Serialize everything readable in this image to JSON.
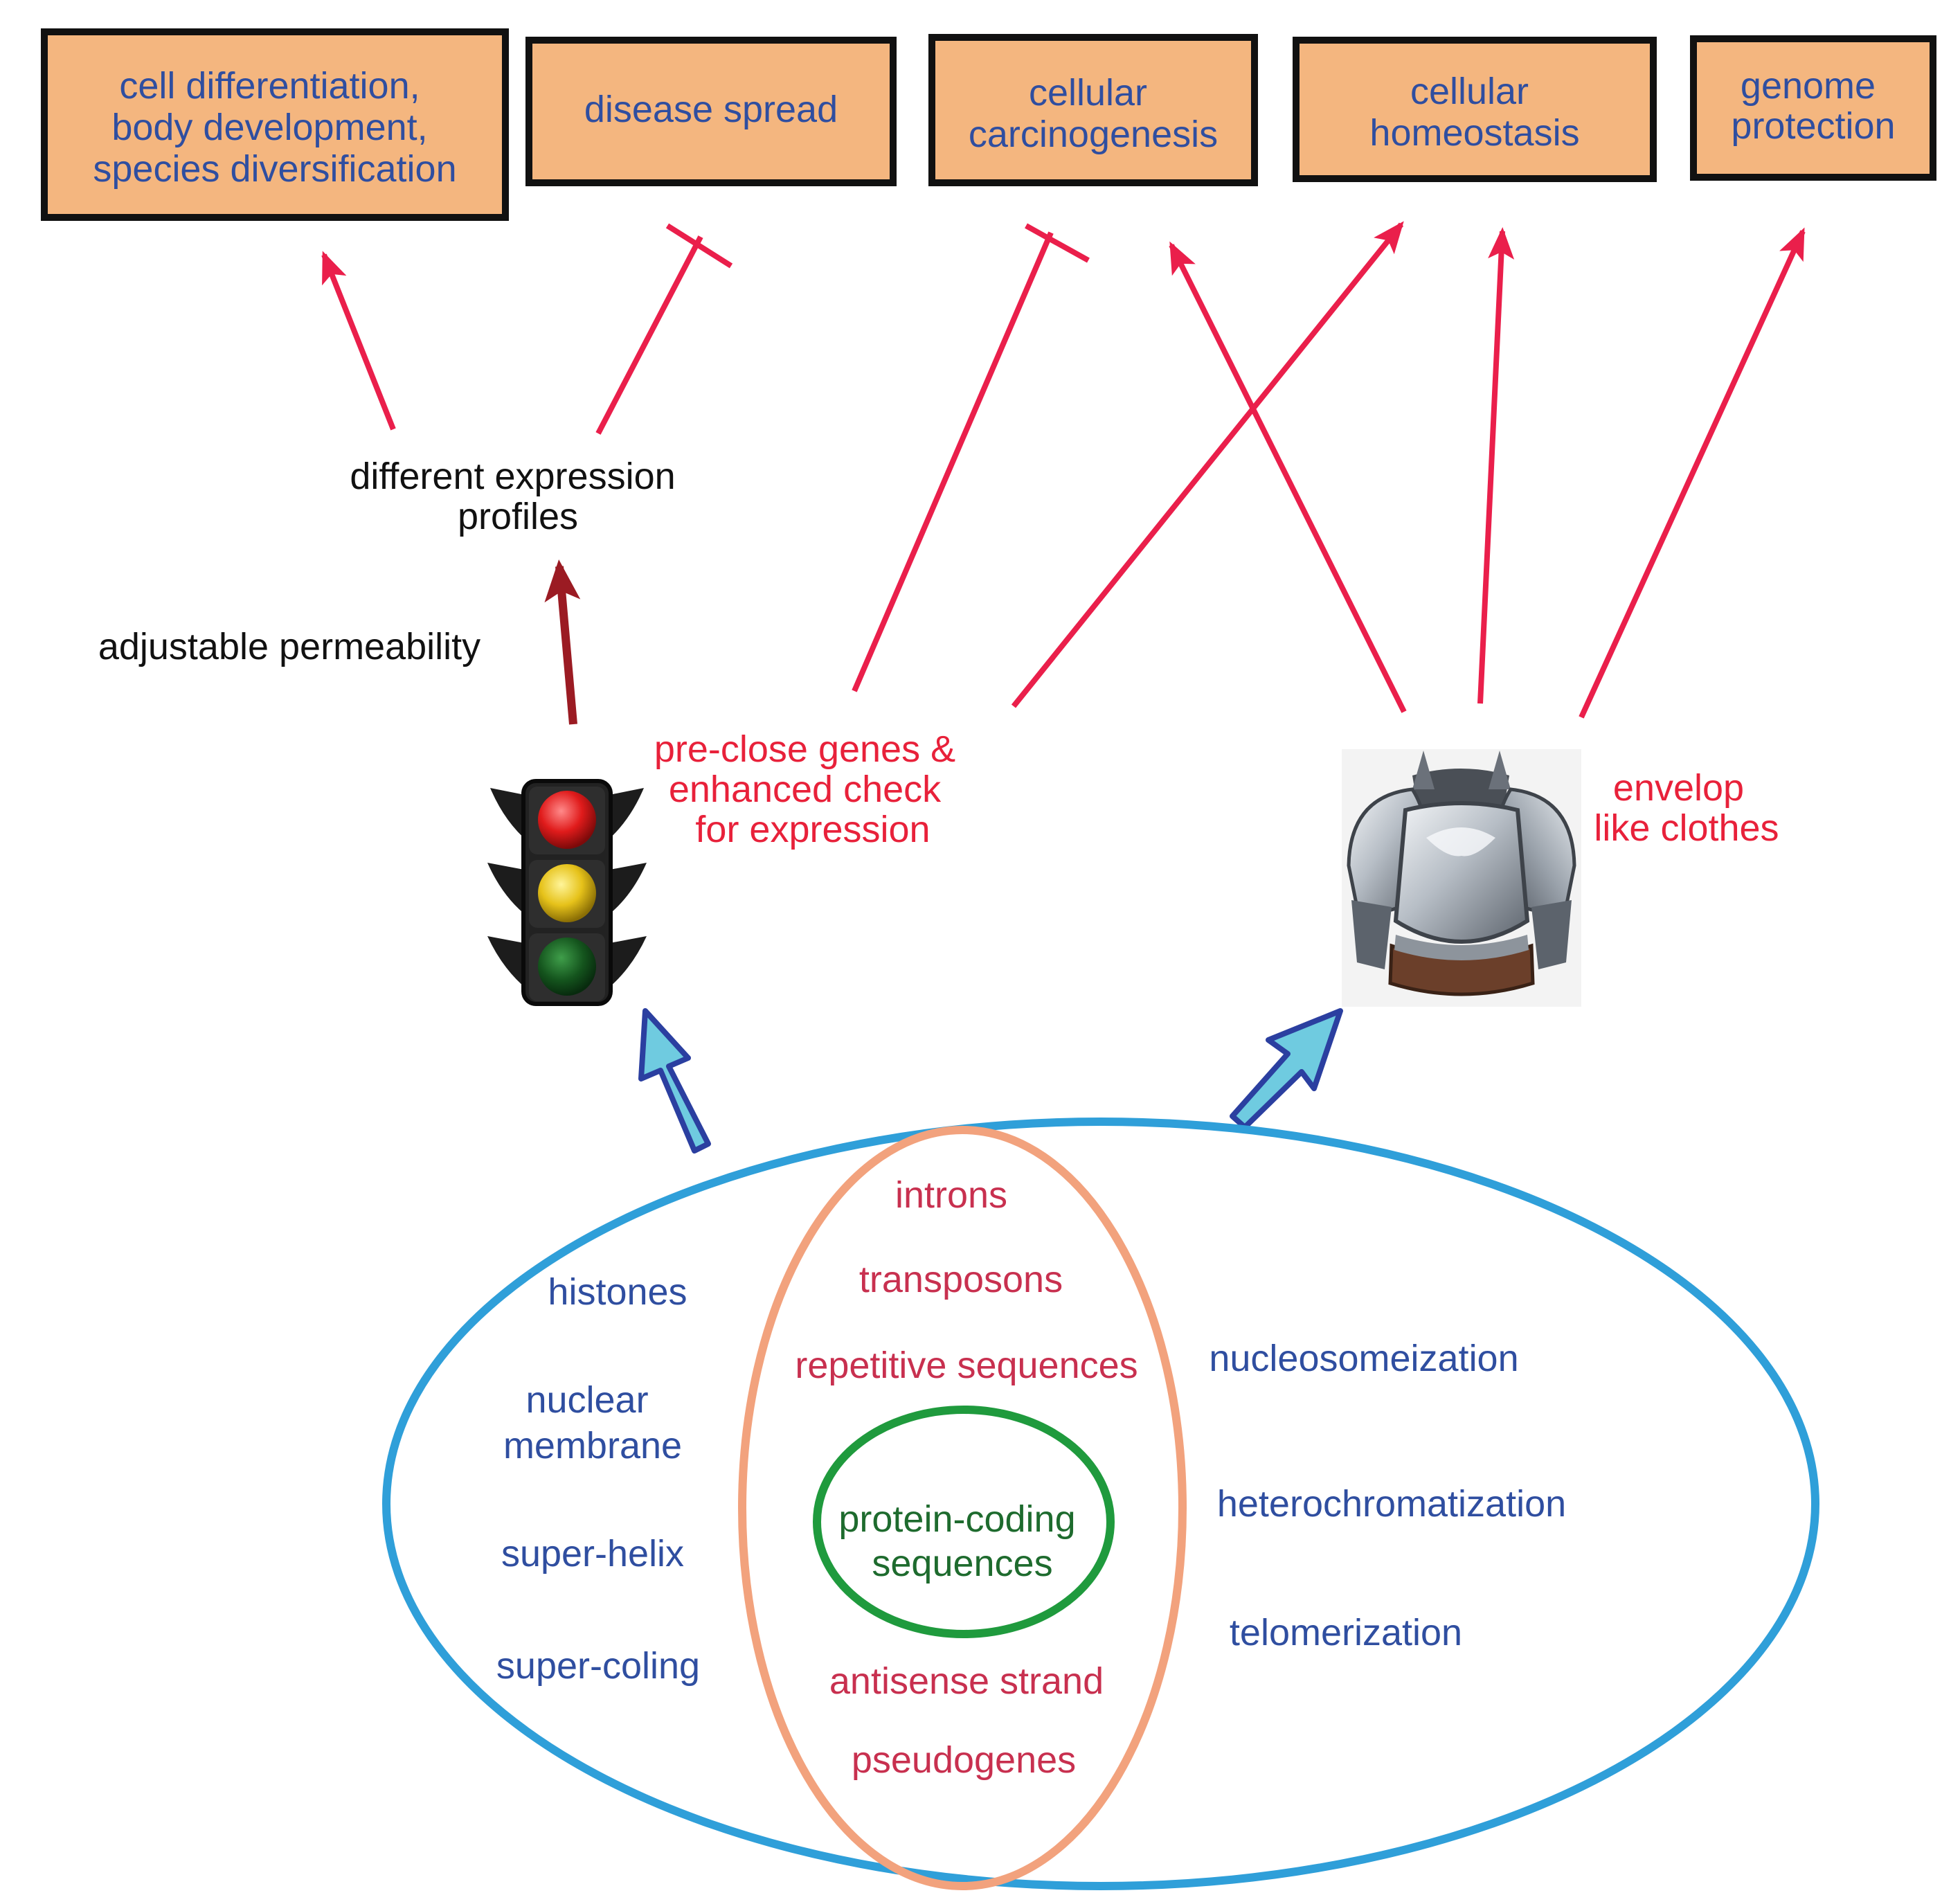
{
  "outcome_boxes": [
    {
      "lines": [
        "cell differentiation,",
        "body development,",
        "species diversification"
      ]
    },
    {
      "lines": [
        "disease spread"
      ]
    },
    {
      "lines": [
        "cellular",
        "carcinogenesis"
      ]
    },
    {
      "lines": [
        "cellular",
        "homeostasis"
      ]
    },
    {
      "lines": [
        "genome",
        "protection"
      ]
    }
  ],
  "expression_profiles": [
    "different expression",
    "profiles"
  ],
  "adjustable_permeability": "adjustable permeability",
  "traffic_light_caption": [
    "pre-close genes &",
    "enhanced check",
    "for expression"
  ],
  "armor_caption": [
    "envelop",
    "like clothes"
  ],
  "inner_core": [
    "protein-coding",
    "sequences"
  ],
  "middle_ring": [
    "introns",
    "transposons",
    "repetitive sequences",
    "antisense strand",
    "pseudogenes"
  ],
  "outer_left": [
    "histones",
    "nuclear",
    "membrane",
    "super-helix",
    "super-coling"
  ],
  "outer_right": [
    "nucleosomeization",
    "heterochromatization",
    "telomerization"
  ],
  "colors": {
    "box_fill": "#f4b67f",
    "box_text": "#2f4ea0",
    "arrow_red": "#ea1f4b",
    "arrow_dark_red": "#9b1b23",
    "caption_red": "#e8213a",
    "outer_ellipse": "#2f9fd9",
    "middle_ellipse": "#f2a27d",
    "inner_ellipse": "#1f9a3d",
    "blue_arrow_fill": "#6fcbe0",
    "blue_arrow_stroke": "#2b3fa0"
  },
  "icons": [
    "traffic-light-icon",
    "armor-icon"
  ]
}
